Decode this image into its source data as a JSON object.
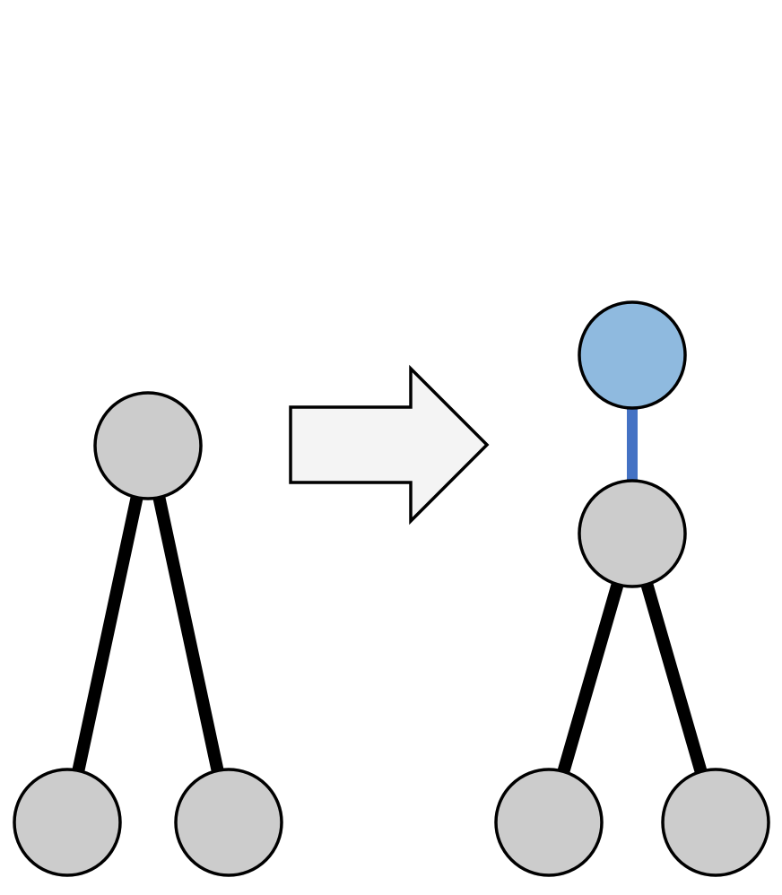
{
  "colors": {
    "background": "#ffffff",
    "node_fill": "#cccccc",
    "new_node_fill": "#8fbadf",
    "new_edge": "#4472c4",
    "edge": "#000000",
    "outline": "#000000",
    "arrow_fill": "#f4f4f4"
  },
  "before_tree": {
    "nodes": [
      {
        "id": "parent",
        "kind": "existing"
      },
      {
        "id": "left-child",
        "kind": "existing"
      },
      {
        "id": "right-child",
        "kind": "existing"
      }
    ],
    "edges": [
      {
        "from": "parent",
        "to": "left-child",
        "kind": "existing"
      },
      {
        "from": "parent",
        "to": "right-child",
        "kind": "existing"
      }
    ]
  },
  "transform_arrow": {
    "icon": "right-arrow-icon",
    "direction": "right"
  },
  "after_tree": {
    "nodes": [
      {
        "id": "new-root",
        "kind": "added"
      },
      {
        "id": "parent",
        "kind": "existing"
      },
      {
        "id": "left-child",
        "kind": "existing"
      },
      {
        "id": "right-child",
        "kind": "existing"
      }
    ],
    "edges": [
      {
        "from": "new-root",
        "to": "parent",
        "kind": "added"
      },
      {
        "from": "parent",
        "to": "left-child",
        "kind": "existing"
      },
      {
        "from": "parent",
        "to": "right-child",
        "kind": "existing"
      }
    ]
  }
}
